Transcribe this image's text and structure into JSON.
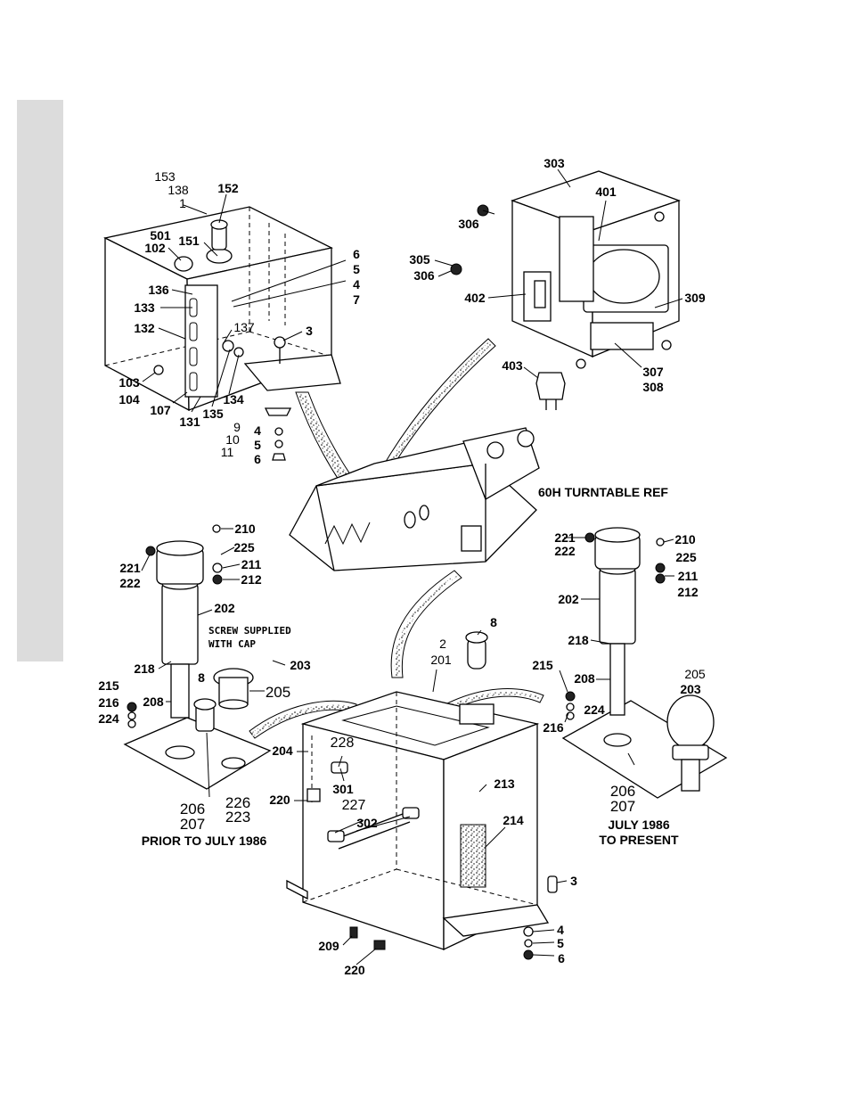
{
  "callouts": {
    "c153": "153",
    "c138": "138",
    "c1": "1",
    "c152": "152",
    "c501": "501",
    "c102": "102",
    "c151": "151",
    "c6a": "6",
    "c5a": "5",
    "c4a": "4",
    "c7": "7",
    "c136": "136",
    "c133": "133",
    "c137": "137",
    "c132": "132",
    "c3a": "3",
    "c103": "103",
    "c104": "104",
    "c107": "107",
    "c131": "131",
    "c135": "135",
    "c134": "134",
    "c9": "9",
    "c10": "10",
    "c11": "11",
    "c4b": "4",
    "c5b": "5",
    "c6b": "6",
    "c303": "303",
    "c306a": "306",
    "c401": "401",
    "c305": "305",
    "c306b": "306",
    "c402": "402",
    "c309": "309",
    "c403": "403",
    "c307": "307",
    "c308": "308",
    "c210a": "210",
    "c225a": "225",
    "c221a": "221",
    "c222a": "222",
    "c211a": "211",
    "c212a": "212",
    "c202a": "202",
    "c203a": "203",
    "c218a": "218",
    "c8a": "8",
    "c215a": "215",
    "c216a": "216",
    "c224a": "224",
    "c208a": "208",
    "c205a": "205",
    "c206a": "206",
    "c207a": "207",
    "c226": "226",
    "c223": "223",
    "c221b": "221",
    "c222b": "222",
    "c210b": "210",
    "c225b": "225",
    "c211b": "211",
    "c212b": "212",
    "c202b": "202",
    "c218b": "218",
    "c215b": "215",
    "c208b": "208",
    "c205b": "205",
    "c203b": "203",
    "c224b": "224",
    "c216b": "216",
    "c206b": "206",
    "c207b": "207",
    "c2": "2",
    "c201": "201",
    "c8b": "8",
    "c228": "228",
    "c204": "204",
    "c301": "301",
    "c213": "213",
    "c220a": "220",
    "c227": "227",
    "c302": "302",
    "c214": "214",
    "c3b": "3",
    "c4c": "4",
    "c5c": "5",
    "c6c": "6",
    "c209": "209",
    "c220b": "220"
  },
  "captions": {
    "turntable": "60H TURNTABLE REF",
    "prior": "PRIOR TO JULY 1986",
    "present_line1": "JULY 1986",
    "present_line2": "TO PRESENT",
    "screw_note_line1": "SCREW SUPPLIED",
    "screw_note_line2": "WITH CAP"
  },
  "colors": {
    "sidebar": "#dcdcdc",
    "ink": "#000000",
    "paper": "#ffffff"
  }
}
